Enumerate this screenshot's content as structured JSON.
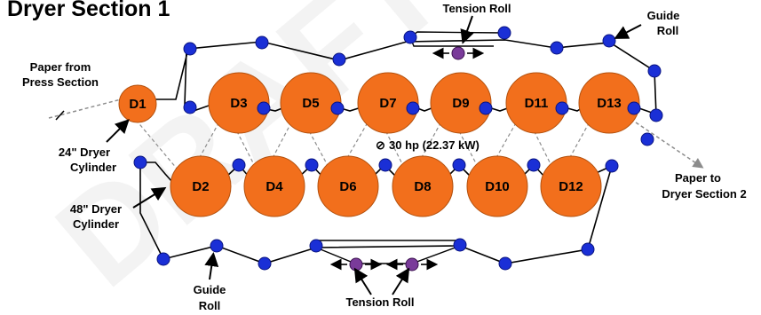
{
  "title": "Dryer Section 1",
  "colors": {
    "dryer": "#f26f1c",
    "dryer_stroke": "#b3510e",
    "guide_roll": "#1a2fd6",
    "tension_roll": "#7a3b9a",
    "felt": "#000000",
    "paper": "#8c8c8c"
  },
  "dryers": {
    "top": [
      "D1",
      "D3",
      "D5",
      "D7",
      "D9",
      "D11",
      "D13"
    ],
    "bottom": [
      "D2",
      "D4",
      "D6",
      "D8",
      "D10",
      "D12"
    ]
  },
  "labels": {
    "paper_from_line1": "Paper from",
    "paper_from_line2": "Press Section",
    "dryer24_line1": "24\" Dryer",
    "dryer24_line2": "Cylinder",
    "dryer48_line1": "48\" Dryer",
    "dryer48_line2": "Cylinder",
    "tension_roll_top": "Tension Roll",
    "guide_roll_top_line1": "Guide",
    "guide_roll_top_line2": "Roll",
    "paper_to_line1": "Paper to",
    "paper_to_line2": "Dryer Section 2",
    "guide_roll_bottom_line1": "Guide",
    "guide_roll_bottom_line2": "Roll",
    "tension_roll_bottom": "Tension Roll",
    "motor_symbol": "⊘",
    "motor": "30 hp (22.37 kW)"
  },
  "watermark": "DRAFT"
}
